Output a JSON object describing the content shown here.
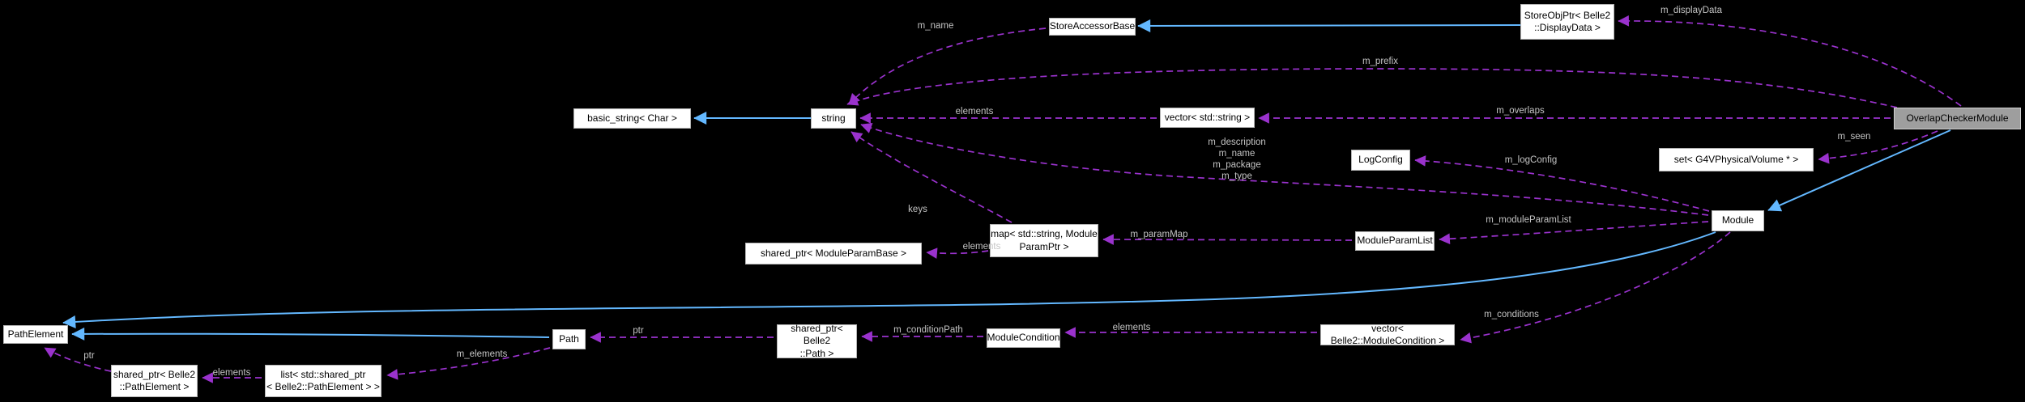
{
  "diagram_type": "doxygen-collaboration-graph",
  "colors": {
    "background": "#000000",
    "inheritance_edge": "#63b8ff",
    "usage_edge": "#9a32cd",
    "node_fill": "#ffffff",
    "node_border": "#b4b4b4",
    "highlight_node_fill": "#9e9e9e",
    "edge_label_text": "#c4c4c4",
    "node_text": "#000000"
  },
  "nodes": {
    "basic_string": "basic_string< Char >",
    "string": "string",
    "store_accessor_base": "StoreAccessorBase",
    "store_obj_ptr": "StoreObjPtr< Belle2\n::DisplayData >",
    "vector_string": "vector< std::string >",
    "log_config": "LogConfig",
    "set_g4vphysicalvolume": "set< G4VPhysicalVolume * >",
    "overlap_checker_module": "OverlapCheckerModule",
    "module": "Module",
    "map_module_param": "map< std::string, Module\nParamPtr >",
    "module_param_list": "ModuleParamList",
    "shared_ptr_module_param_base": "shared_ptr< ModuleParamBase >",
    "path_element": "PathElement",
    "path": "Path",
    "shared_ptr_path": "shared_ptr< Belle2\n::Path >",
    "module_condition": "ModuleCondition",
    "vector_module_condition": "vector< Belle2::ModuleCondition >",
    "shared_ptr_path_element": "shared_ptr< Belle2\n::PathElement >",
    "list_shared_ptr_path_element": "list< std::shared_ptr\n< Belle2::PathElement > >"
  },
  "edge_labels": {
    "m_name": "m_name",
    "m_displayData": "m_displayData",
    "m_prefix": "m_prefix",
    "elements_vector_string": "elements",
    "m_overlaps": "m_overlaps",
    "module_string_members": "m_description\nm_name\nm_package\nm_type",
    "m_logConfig": "m_logConfig",
    "m_seen": "m_seen",
    "keys": "keys",
    "m_paramMap": "m_paramMap",
    "elements_param_map": "elements",
    "m_moduleParamList": "m_moduleParamList",
    "m_conditions": "m_conditions",
    "elements_conditions": "elements",
    "m_conditionPath": "m_conditionPath",
    "ptr_path": "ptr",
    "m_elements": "m_elements",
    "elements_path_list": "elements",
    "ptr_path_element": "ptr"
  },
  "edges": [
    {
      "from": "StoreObjPtr< Belle2::DisplayData >",
      "to": "StoreAccessorBase",
      "type": "inheritance"
    },
    {
      "from": "string",
      "to": "basic_string< Char >",
      "type": "inheritance"
    },
    {
      "from": "OverlapCheckerModule",
      "to": "Module",
      "type": "inheritance"
    },
    {
      "from": "Module",
      "to": "PathElement",
      "type": "inheritance"
    },
    {
      "from": "Path",
      "to": "PathElement",
      "type": "inheritance"
    },
    {
      "from": "StoreAccessorBase",
      "to": "string",
      "label": "m_name",
      "type": "usage"
    },
    {
      "from": "OverlapCheckerModule",
      "to": "StoreObjPtr< Belle2::DisplayData >",
      "label": "m_displayData",
      "type": "usage"
    },
    {
      "from": "OverlapCheckerModule",
      "to": "string",
      "label": "m_prefix",
      "type": "usage"
    },
    {
      "from": "vector< std::string >",
      "to": "string",
      "label": "elements",
      "type": "usage"
    },
    {
      "from": "OverlapCheckerModule",
      "to": "vector< std::string >",
      "label": "m_overlaps",
      "type": "usage"
    },
    {
      "from": "Module",
      "to": "string",
      "label": "m_description m_name m_package m_type",
      "type": "usage"
    },
    {
      "from": "Module",
      "to": "LogConfig",
      "label": "m_logConfig",
      "type": "usage"
    },
    {
      "from": "OverlapCheckerModule",
      "to": "set< G4VPhysicalVolume * >",
      "label": "m_seen",
      "type": "usage"
    },
    {
      "from": "map< std::string, ModuleParamPtr >",
      "to": "string",
      "label": "keys",
      "type": "usage"
    },
    {
      "from": "map< std::string, ModuleParamPtr >",
      "to": "shared_ptr< ModuleParamBase >",
      "label": "elements",
      "type": "usage"
    },
    {
      "from": "ModuleParamList",
      "to": "map< std::string, ModuleParamPtr >",
      "label": "m_paramMap",
      "type": "usage"
    },
    {
      "from": "Module",
      "to": "ModuleParamList",
      "label": "m_moduleParamList",
      "type": "usage"
    },
    {
      "from": "Module",
      "to": "vector< Belle2::ModuleCondition >",
      "label": "m_conditions",
      "type": "usage"
    },
    {
      "from": "vector< Belle2::ModuleCondition >",
      "to": "ModuleCondition",
      "label": "elements",
      "type": "usage"
    },
    {
      "from": "ModuleCondition",
      "to": "shared_ptr< Belle2::Path >",
      "label": "m_conditionPath",
      "type": "usage"
    },
    {
      "from": "shared_ptr< Belle2::Path >",
      "to": "Path",
      "label": "ptr",
      "type": "usage"
    },
    {
      "from": "Path",
      "to": "list< std::shared_ptr< Belle2::PathElement > >",
      "label": "m_elements",
      "type": "usage"
    },
    {
      "from": "list< std::shared_ptr< Belle2::PathElement > >",
      "to": "shared_ptr< Belle2::PathElement >",
      "label": "elements",
      "type": "usage"
    },
    {
      "from": "shared_ptr< Belle2::PathElement >",
      "to": "PathElement",
      "label": "ptr",
      "type": "usage"
    }
  ]
}
